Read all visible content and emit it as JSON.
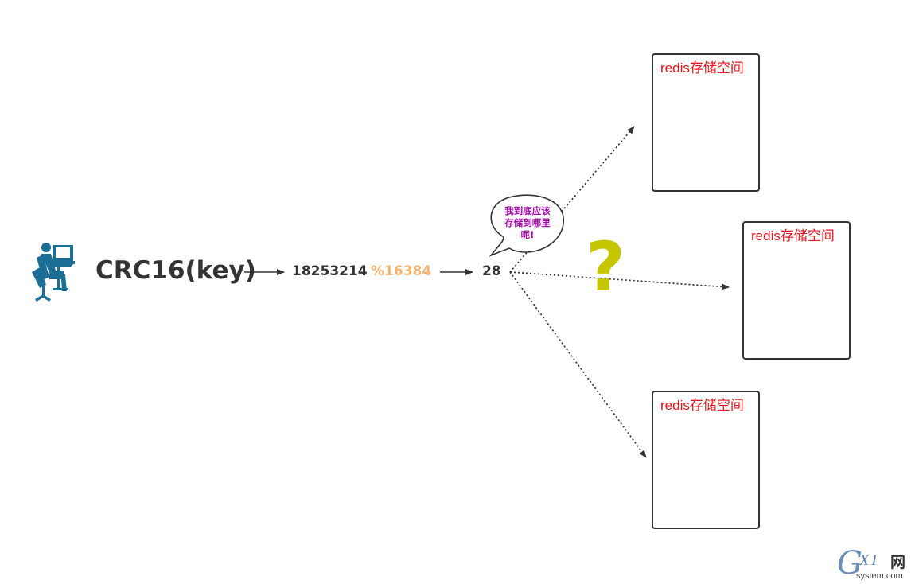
{
  "formula": {
    "function": "CRC16(key)",
    "hash_value": "18253214",
    "modulo": "%16384",
    "slot": "28"
  },
  "speech_bubble": {
    "lines": [
      "我到底应该",
      "存储到哪里",
      "呢!"
    ]
  },
  "question_mark": "?",
  "nodes": [
    {
      "label": "redis存储空间"
    },
    {
      "label": "redis存储空间"
    },
    {
      "label": "redis存储空间"
    }
  ],
  "watermark": {
    "g": "G",
    "xi": "XI",
    "wang": "网",
    "domain": "system.com"
  },
  "colors": {
    "text_dark": "#333333",
    "modulo": "#f8b36e",
    "node_label": "#e8161e",
    "bubble_text": "#a30fa8",
    "question_mark": "#c6c600",
    "user_icon": "#1b6e96"
  },
  "icons": {
    "user": "person-at-computer-icon"
  }
}
